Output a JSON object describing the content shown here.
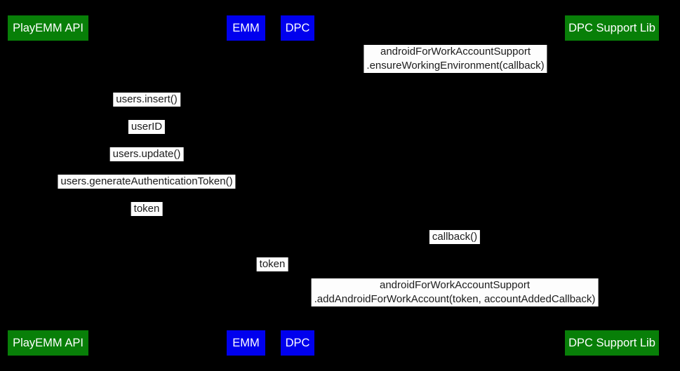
{
  "diagram": {
    "type": "sequence-diagram",
    "background": "#000000",
    "colors": {
      "actor_green": "#087f08",
      "actor_blue": "#0000ee",
      "actor_text": "#ffffff",
      "message_bg": "#fdfdfd",
      "message_text": "#1c1c1c"
    },
    "actors": [
      {
        "label": "PlayEMM API",
        "color": "#087f08"
      },
      {
        "label": "EMM",
        "color": "#0000ee"
      },
      {
        "label": "DPC",
        "color": "#0000ee"
      },
      {
        "label": "DPC Support Lib",
        "color": "#087f08"
      }
    ],
    "messages": [
      {
        "from": "DPC",
        "to": "DPC Support Lib",
        "label": "androidForWorkAccountSupport\n.ensureWorkingEnvironment(callback)"
      },
      {
        "from": "EMM",
        "to": "PlayEMM API",
        "label": "users.insert()"
      },
      {
        "from": "PlayEMM API",
        "to": "EMM",
        "label": "userID"
      },
      {
        "from": "EMM",
        "to": "PlayEMM API",
        "label": "users.update()"
      },
      {
        "from": "EMM",
        "to": "PlayEMM API",
        "label": "users.generateAuthenticationToken()"
      },
      {
        "from": "PlayEMM API",
        "to": "EMM",
        "label": "token"
      },
      {
        "from": "DPC Support Lib",
        "to": "DPC",
        "label": "callback()"
      },
      {
        "from": "EMM",
        "to": "DPC",
        "label": "token"
      },
      {
        "from": "DPC",
        "to": "DPC Support Lib",
        "label": "androidForWorkAccountSupport\n.addAndroidForWorkAccount(token, accountAddedCallback)"
      }
    ]
  }
}
